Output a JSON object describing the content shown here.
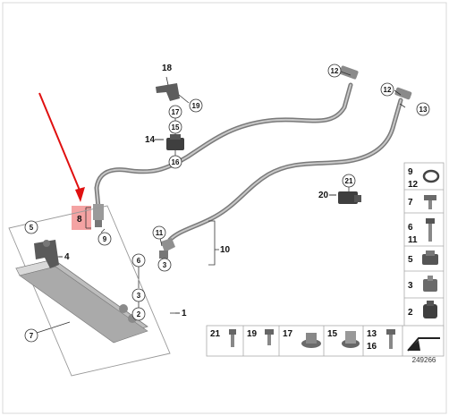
{
  "diagram_id": "249266",
  "highlight_color": "#f4a3a3",
  "arrow_color": "#e01010",
  "callouts": {
    "c12a": "12",
    "c12b": "12",
    "c13": "13",
    "c19a": "19",
    "c17": "17",
    "c15": "15",
    "c16": "16",
    "c21": "21",
    "c9": "9",
    "c11": "11",
    "c3": "3",
    "c6": "6",
    "c2": "2",
    "c5": "5",
    "c7": "7"
  },
  "labels": {
    "l18": "18",
    "l14": "14",
    "l20": "20",
    "l8": "8",
    "l10": "10",
    "l4": "4",
    "l1": "1"
  },
  "side_parts": {
    "p9_12_top": "9",
    "p9_12_bot": "12",
    "p7": "7",
    "p6_11_top": "6",
    "p6_11_bot": "11",
    "p5": "5",
    "p3": "3",
    "p2": "2"
  },
  "bottom_parts": {
    "b21": "21",
    "b19": "19",
    "b17": "17",
    "b15": "15",
    "b13_top": "13",
    "b13_bot": "16"
  }
}
